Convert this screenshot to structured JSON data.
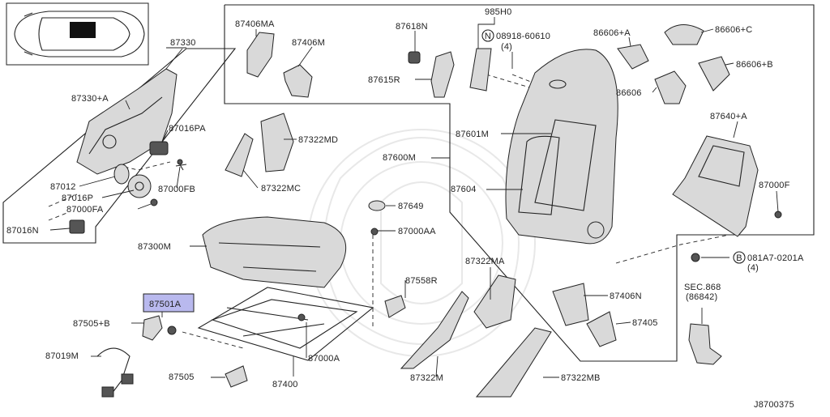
{
  "diagram": {
    "ref_code": "J8700375",
    "labels": {
      "p87330": "87330",
      "p87330a": "87330+A",
      "p87016pa": "87016PA",
      "p87012": "87012",
      "p87016p": "87016P",
      "p87000fb": "87000FB",
      "p87000fa": "87000FA",
      "p87016n": "87016N",
      "p87406ma": "87406MA",
      "p87406m": "87406M",
      "p87618n": "87618N",
      "p87615r": "87615R",
      "p985h0": "985H0",
      "p08918": "08918-60610",
      "p08918q": "(4)",
      "p86606a": "86606+A",
      "p86606c": "86606+C",
      "p86606b": "86606+B",
      "p86606": "86606",
      "p87601m": "87601M",
      "p87640a": "87640+A",
      "p87322md": "87322MD",
      "p87322mc": "87322MC",
      "p87600m": "87600M",
      "p87604": "87604",
      "p87649": "87649",
      "p87000f": "87000F",
      "p87000aa": "87000AA",
      "p87300m": "87300M",
      "p081a7": "081A7-0201A",
      "p081a7q": "(4)",
      "p87322ma": "87322MA",
      "p87558r": "87558R",
      "p87406n": "87406N",
      "p87501a": "87501A",
      "p87505b": "87505+B",
      "p87405": "87405",
      "sec868": "SEC.868",
      "sec868sub": "(86842)",
      "p87019m": "87019M",
      "p87000a": "87000A",
      "p87505": "87505",
      "p87400": "87400",
      "p87322m": "87322M",
      "p87322mb": "87322MB",
      "circle_n": "N",
      "circle_b": "B"
    }
  },
  "colors": {
    "highlight": "#b9b9ee",
    "line": "#222222",
    "part_fill": "#d9d9d9",
    "watermark": "#e8e8e8"
  }
}
